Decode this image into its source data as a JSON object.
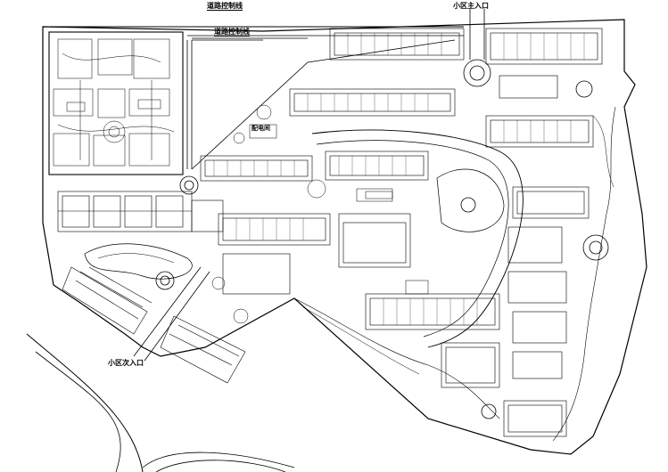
{
  "labels": {
    "road_line_top": "道路控制线",
    "road_line_second": "道路控制线",
    "main_entrance": "小区主入口",
    "secondary_entrance": "小区次入口",
    "center_building": "配电间"
  },
  "colors": {
    "line": "#000000",
    "background": "#ffffff"
  }
}
